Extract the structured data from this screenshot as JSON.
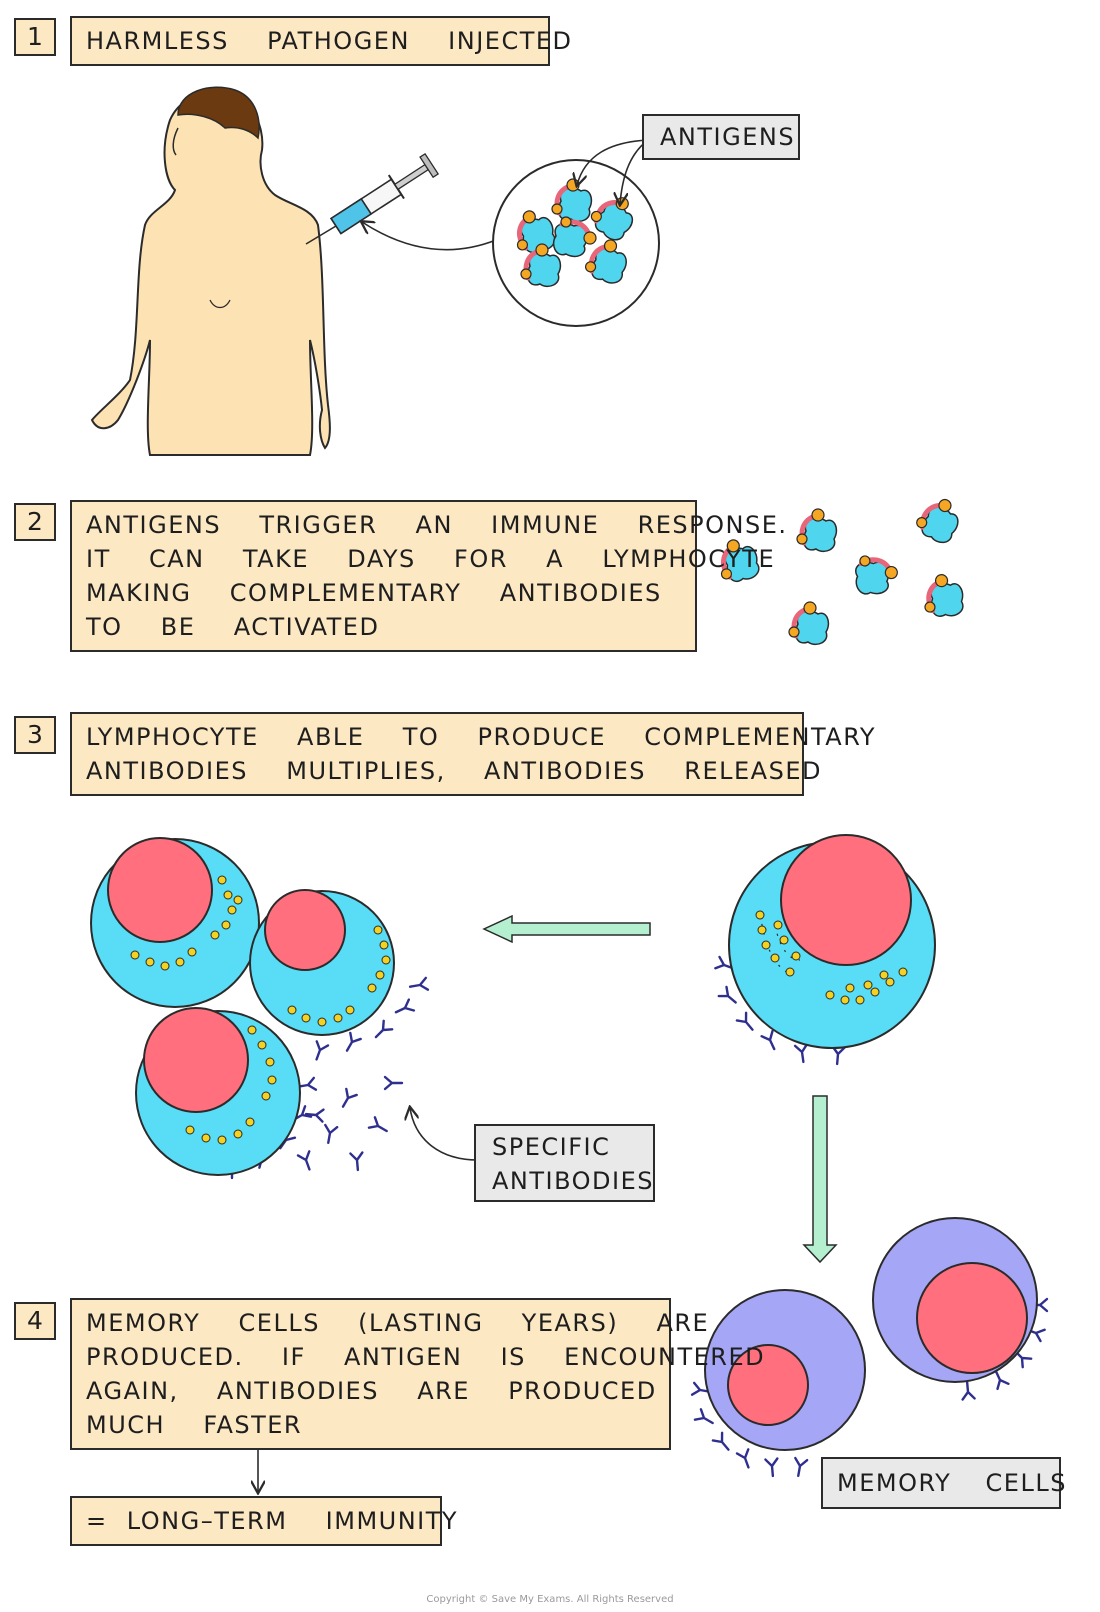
{
  "steps": [
    {
      "number": "1",
      "text": "HARMLESS  PATHOGEN  INJECTED"
    },
    {
      "number": "2",
      "text": "ANTIGENS  TRIGGER  AN  IMMUNE  RESPONSE.\nIT  CAN  TAKE  DAYS  FOR  A  LYMPHOCYTE\nMAKING  COMPLEMENTARY  ANTIBODIES\nTO  BE  ACTIVATED"
    },
    {
      "number": "3",
      "text": "LYMPHOCYTE  ABLE  TO  PRODUCE  COMPLEMENTARY\nANTIBODIES  MULTIPLIES,  ANTIBODIES  RELEASED"
    },
    {
      "number": "4",
      "text": "MEMORY  CELLS  (LASTING  YEARS)  ARE\nPRODUCED.  IF  ANTIGEN  IS  ENCOUNTERED\nAGAIN,  ANTIBODIES  ARE  PRODUCED\nMUCH  FASTER"
    }
  ],
  "result": "= LONG–TERM  IMMUNITY",
  "labels": {
    "antigens": "ANTIGENS",
    "specific_antibodies": "SPECIFIC\nANTIBODIES",
    "memory_cells": "MEMORY  CELLS"
  },
  "footer": "Copyright © Save My Exams. All Rights Reserved",
  "colors": {
    "step_box": "#fde8c4",
    "label_box": "#e9e9e9",
    "skin": "#fde3b3",
    "hair": "#6b3a10",
    "antigen_body": "#4fd6ee",
    "antigen_rim": "#e8667a",
    "antigen_knob": "#f5a623",
    "lymphocyte_cytoplasm": "#59dcf5",
    "nucleus": "#ff6f7d",
    "memory_cytoplasm": "#a6a6f7",
    "antibody": "#2f2f8f",
    "arrow_green": "#b4f0d0",
    "vesicle": "#f5d21f"
  }
}
